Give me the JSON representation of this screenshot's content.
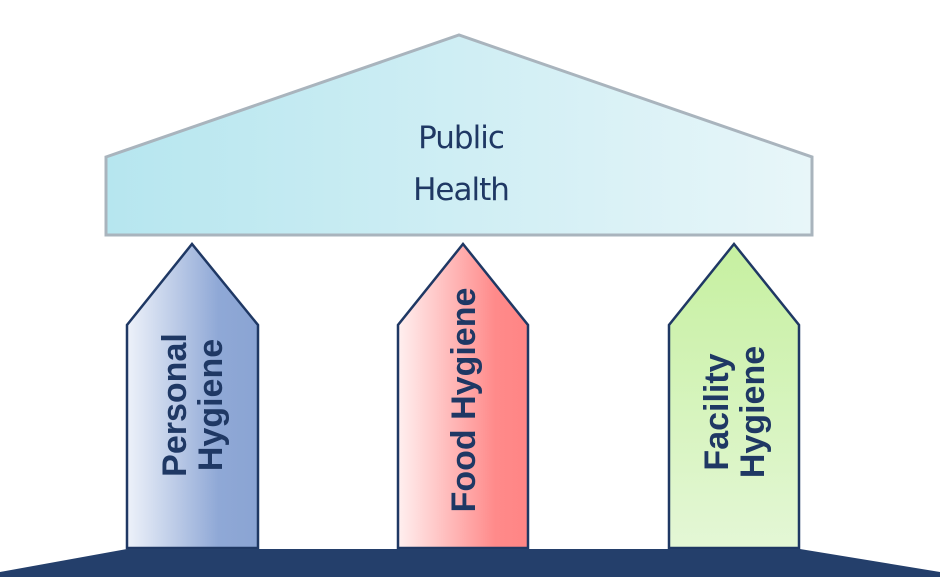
{
  "roof": {
    "line1": "Public",
    "line2": "Health"
  },
  "pillars": [
    {
      "line1": "Personal",
      "line2": "Hygiene"
    },
    {
      "line1": "Food Hygiene"
    },
    {
      "line1": "Facility",
      "line2": "Hygiene"
    }
  ],
  "colors": {
    "text": "#1f3864",
    "base": "#243f6b",
    "outline": "#1f3864"
  }
}
